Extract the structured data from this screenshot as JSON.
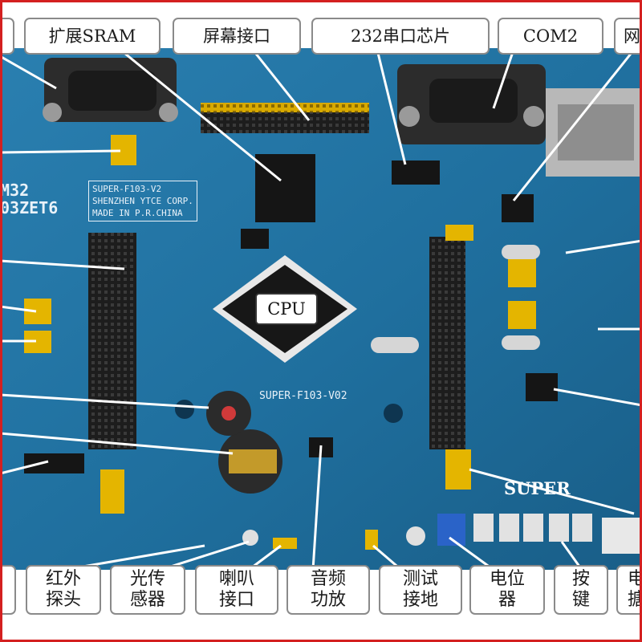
{
  "callouts": {
    "top": [
      "扩展SRAM",
      "屏幕接口",
      "232串口芯片",
      "COM2",
      "网"
    ],
    "bottom": [
      "红外\n探头",
      "光传\n感器",
      "喇叭\n接口",
      "音频\n功放",
      "测试\n接地",
      "电位\n器",
      "按\n键",
      "电\n搪"
    ]
  },
  "board": {
    "cpu_label": "CPU",
    "board_id_text": "SUPER-F103-V2\nSHENZHEN YTCE CORP.\nMADE IN P.R.CHINA",
    "board_version_text": "SUPER-F103-V02",
    "chip_text": "M32\n03ZET6",
    "brand_text": "SUPER"
  },
  "colors": {
    "pcb": "#1f6f9e",
    "pcb_dark": "#164f74",
    "frame": "#d42020",
    "callout_border": "#8a8a8a",
    "pin_header": "#e0b400"
  }
}
